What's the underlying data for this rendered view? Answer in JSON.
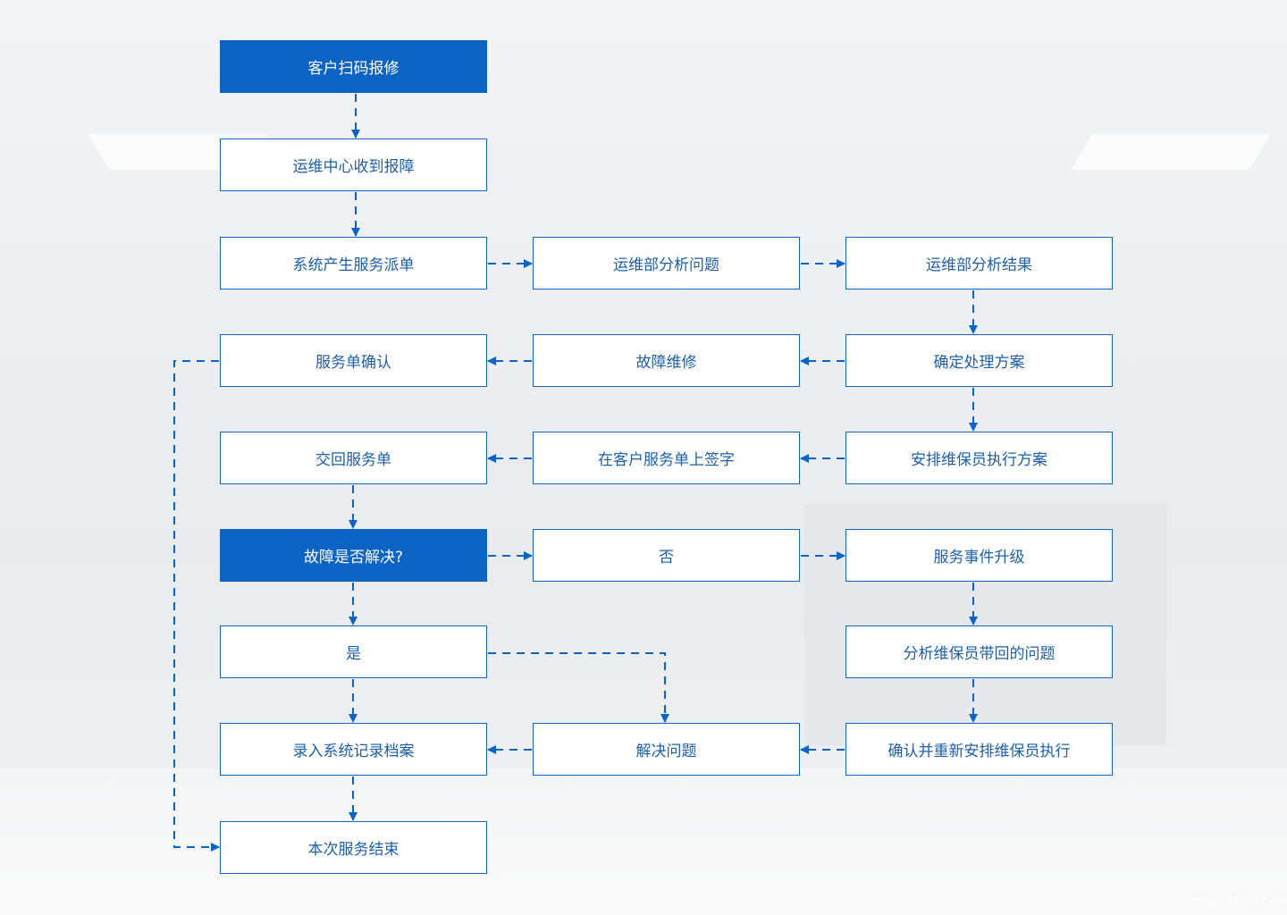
{
  "colors": {
    "accent": "#0b63c4",
    "text": "#1e5fa8"
  },
  "steps": {
    "scan_report": "客户扫码报修",
    "ops_received": "运维中心收到报障",
    "create_order": "系统产生服务派单",
    "analyze_issue": "运维部分析问题",
    "analyze_result": "运维部分析结果",
    "order_confirm": "服务单确认",
    "repair": "故障维修",
    "decide_plan": "确定处理方案",
    "return_order": "交回服务单",
    "customer_sign": "在客户服务单上签字",
    "arrange_exec": "安排维保员执行方案",
    "resolved_q": "故障是否解决?",
    "no": "否",
    "escalate": "服务事件升级",
    "yes": "是",
    "analyze_returned": "分析维保员带回的问题",
    "record_archive": "录入系统记录档案",
    "solve": "解决问题",
    "confirm_rearrange": "确认并重新安排维保员执行",
    "end": "本次服务结束"
  },
  "watermark": "yms-china.com"
}
